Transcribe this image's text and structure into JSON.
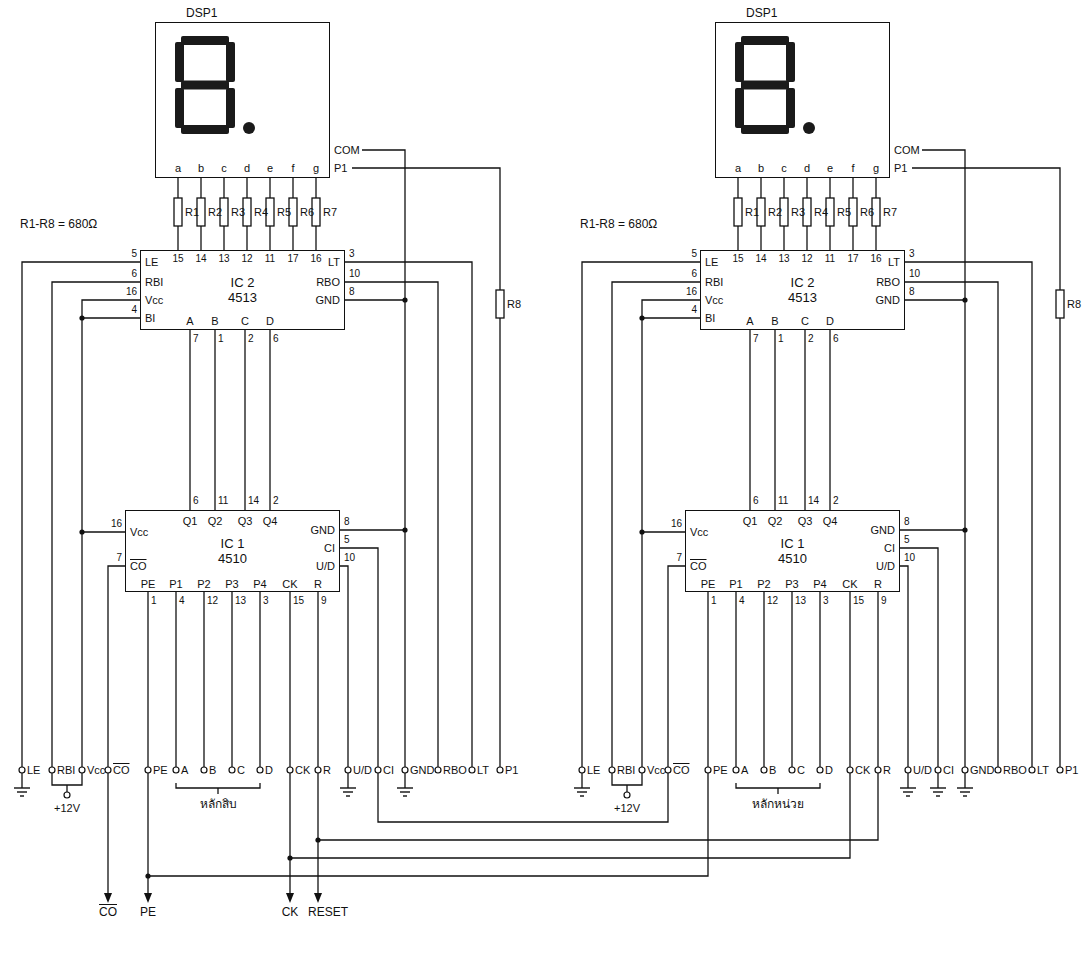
{
  "diagram": {
    "nodes": [
      {
        "text": [
          "DSP1"
        ]
      },
      {
        "text": [
          "DSP1"
        ]
      },
      {
        "text": [
          "IC 2",
          "4513"
        ]
      },
      {
        "text": [
          "IC 2",
          "4513"
        ]
      },
      {
        "text": [
          "IC 1",
          "4510"
        ]
      },
      {
        "text": [
          "IC 1",
          "4510"
        ]
      }
    ],
    "edges": [
      {
        "from": 2,
        "to": 0,
        "arrow": "none"
      },
      {
        "from": 2,
        "to": 0,
        "arrow": "none"
      },
      {
        "from": 2,
        "to": 0,
        "arrow": "none"
      },
      {
        "from": 2,
        "to": 0,
        "arrow": "none"
      },
      {
        "from": 2,
        "to": 0,
        "arrow": "none"
      },
      {
        "from": 2,
        "to": 0,
        "arrow": "none"
      },
      {
        "from": 2,
        "to": 0,
        "arrow": "none"
      },
      {
        "from": 3,
        "to": 1,
        "arrow": "none"
      },
      {
        "from": 3,
        "to": 1,
        "arrow": "none"
      },
      {
        "from": 3,
        "to": 1,
        "arrow": "none"
      },
      {
        "from": 3,
        "to": 1,
        "arrow": "none"
      },
      {
        "from": 3,
        "to": 1,
        "arrow": "none"
      },
      {
        "from": 3,
        "to": 1,
        "arrow": "none"
      },
      {
        "from": 3,
        "to": 1,
        "arrow": "none"
      },
      {
        "from": 4,
        "to": 2,
        "arrow": "none"
      },
      {
        "from": 4,
        "to": 2,
        "arrow": "none"
      },
      {
        "from": 4,
        "to": 2,
        "arrow": "none"
      },
      {
        "from": 4,
        "to": 2,
        "arrow": "none"
      },
      {
        "from": 5,
        "to": 3,
        "arrow": "none"
      },
      {
        "from": 5,
        "to": 3,
        "arrow": "none"
      },
      {
        "from": 5,
        "to": 3,
        "arrow": "none"
      },
      {
        "from": 5,
        "to": 3,
        "arrow": "none"
      }
    ],
    "labels": [
      "a",
      "b",
      "c",
      "d",
      "e",
      "f",
      "g",
      "COM",
      "P1",
      "R1",
      "R2",
      "R3",
      "R4",
      "R5",
      "R6",
      "R7",
      "R8",
      "R1-R8 = 680Ω",
      "15",
      "14",
      "13",
      "12",
      "11",
      "17",
      "16",
      "LE",
      "RBI",
      "Vcc",
      "BI",
      "5",
      "6",
      "16",
      "4",
      "LT",
      "RBO",
      "GND",
      "3",
      "10",
      "8",
      "A",
      "B",
      "C",
      "D",
      "7",
      "1",
      "2",
      "6",
      "Q1",
      "Q2",
      "Q3",
      "Q4",
      "6",
      "11",
      "14",
      "2",
      "Vcc",
      "CO",
      "16",
      "7",
      "GND",
      "CI",
      "U/D",
      "8",
      "5",
      "10",
      "PE",
      "P1",
      "P2",
      "P3",
      "P4",
      "CK",
      "R",
      "1",
      "4",
      "12",
      "13",
      "3",
      "15",
      "9",
      "LE",
      "RBI",
      "Vcc",
      "CO",
      "PE",
      "A",
      "B",
      "C",
      "D",
      "CK",
      "R",
      "U/D",
      "CI",
      "GND",
      "RBO",
      "LT",
      "P1",
      "+12V",
      "หลักสิบ",
      "a",
      "b",
      "c",
      "d",
      "e",
      "f",
      "g",
      "COM",
      "P1",
      "R1",
      "R2",
      "R3",
      "R4",
      "R5",
      "R6",
      "R7",
      "R8",
      "R1-R8 = 680Ω",
      "15",
      "14",
      "13",
      "12",
      "11",
      "17",
      "16",
      "LE",
      "RBI",
      "Vcc",
      "BI",
      "5",
      "6",
      "16",
      "4",
      "LT",
      "RBO",
      "GND",
      "3",
      "10",
      "8",
      "A",
      "B",
      "C",
      "D",
      "7",
      "1",
      "2",
      "6",
      "Q1",
      "Q2",
      "Q3",
      "Q4",
      "6",
      "11",
      "14",
      "2",
      "Vcc",
      "CO",
      "16",
      "7",
      "GND",
      "CI",
      "U/D",
      "8",
      "5",
      "10",
      "PE",
      "P1",
      "P2",
      "P3",
      "P4",
      "CK",
      "R",
      "1",
      "4",
      "12",
      "13",
      "3",
      "15",
      "9",
      "LE",
      "RBI",
      "Vcc",
      "CO",
      "PE",
      "A",
      "B",
      "C",
      "D",
      "CK",
      "R",
      "U/D",
      "CI",
      "GND",
      "RBO",
      "LT",
      "P1",
      "+12V",
      "หลักหน่วย",
      "CO",
      "PE",
      "CK",
      "RESET"
    ]
  }
}
